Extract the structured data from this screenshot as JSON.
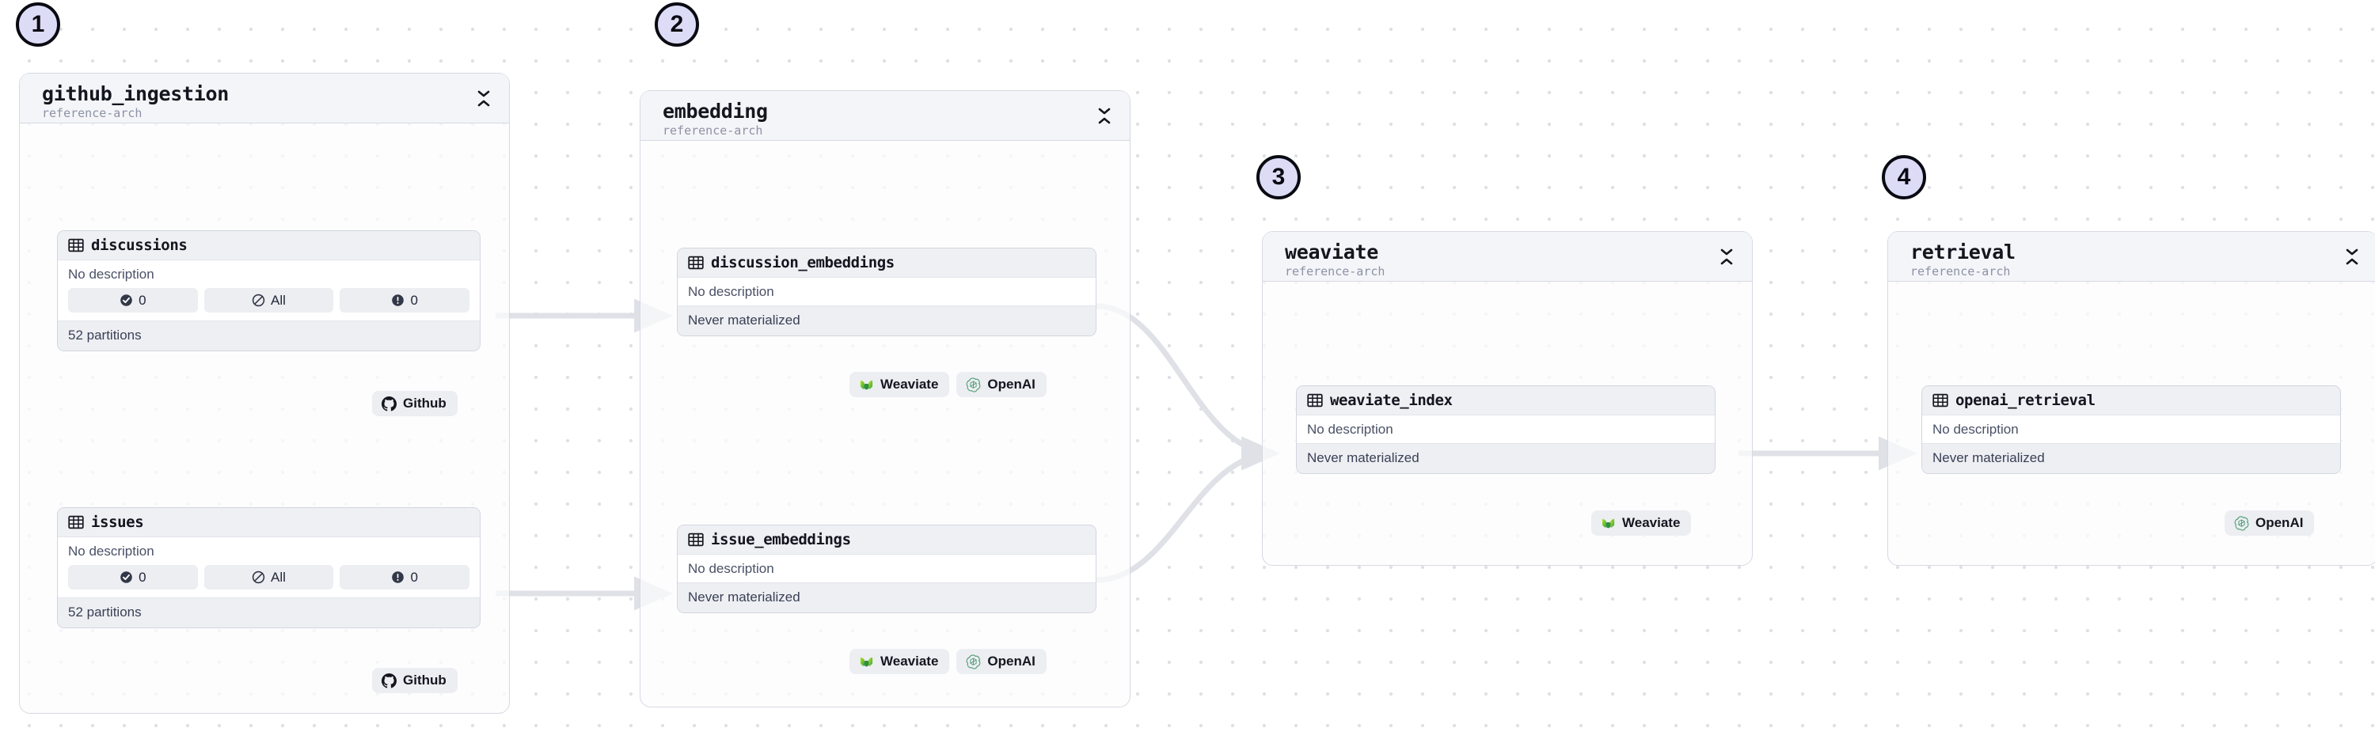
{
  "canvas": {
    "background": "#ffffff",
    "dot_color": "#dfe0e6",
    "edge_color": "#dfe1e7",
    "accent": "#dcdcf7"
  },
  "steps": [
    {
      "number": "1"
    },
    {
      "number": "2"
    },
    {
      "number": "3"
    },
    {
      "number": "4"
    }
  ],
  "groups": [
    {
      "id": "github_ingestion",
      "title": "github_ingestion",
      "subtitle": "reference-arch",
      "collapse_icon": "chevron-collapse-icon"
    },
    {
      "id": "embedding",
      "title": "embedding",
      "subtitle": "reference-arch",
      "collapse_icon": "chevron-collapse-icon"
    },
    {
      "id": "weaviate",
      "title": "weaviate",
      "subtitle": "reference-arch",
      "collapse_icon": "chevron-collapse-icon"
    },
    {
      "id": "retrieval",
      "title": "retrieval",
      "subtitle": "reference-arch",
      "collapse_icon": "chevron-collapse-icon"
    }
  ],
  "assets": [
    {
      "id": "discussions",
      "name": "discussions",
      "icon": "table-icon",
      "description": "No description",
      "stats": [
        {
          "icon": "check-circle-icon",
          "value": "0"
        },
        {
          "icon": "eye-slash-icon",
          "value": "All"
        },
        {
          "icon": "alert-circle-icon",
          "value": "0"
        }
      ],
      "footer": "52 partitions"
    },
    {
      "id": "issues",
      "name": "issues",
      "icon": "table-icon",
      "description": "No description",
      "stats": [
        {
          "icon": "check-circle-icon",
          "value": "0"
        },
        {
          "icon": "eye-slash-icon",
          "value": "All"
        },
        {
          "icon": "alert-circle-icon",
          "value": "0"
        }
      ],
      "footer": "52 partitions"
    },
    {
      "id": "discussion_embeddings",
      "name": "discussion_embeddings",
      "icon": "table-icon",
      "description": "No description",
      "footer": "Never materialized"
    },
    {
      "id": "issue_embeddings",
      "name": "issue_embeddings",
      "icon": "table-icon",
      "description": "No description",
      "footer": "Never materialized"
    },
    {
      "id": "weaviate_index",
      "name": "weaviate_index",
      "icon": "table-icon",
      "description": "No description",
      "footer": "Never materialized"
    },
    {
      "id": "openai_retrieval",
      "name": "openai_retrieval",
      "icon": "table-icon",
      "description": "No description",
      "footer": "Never materialized"
    }
  ],
  "badges": {
    "github": {
      "label": "Github",
      "icon": "github-icon",
      "color": "#14161f"
    },
    "weaviate": {
      "label": "Weaviate",
      "icon": "weaviate-icon",
      "color": "#7ac943"
    },
    "openai": {
      "label": "OpenAI",
      "icon": "openai-icon",
      "color": "#4a9a70"
    }
  }
}
